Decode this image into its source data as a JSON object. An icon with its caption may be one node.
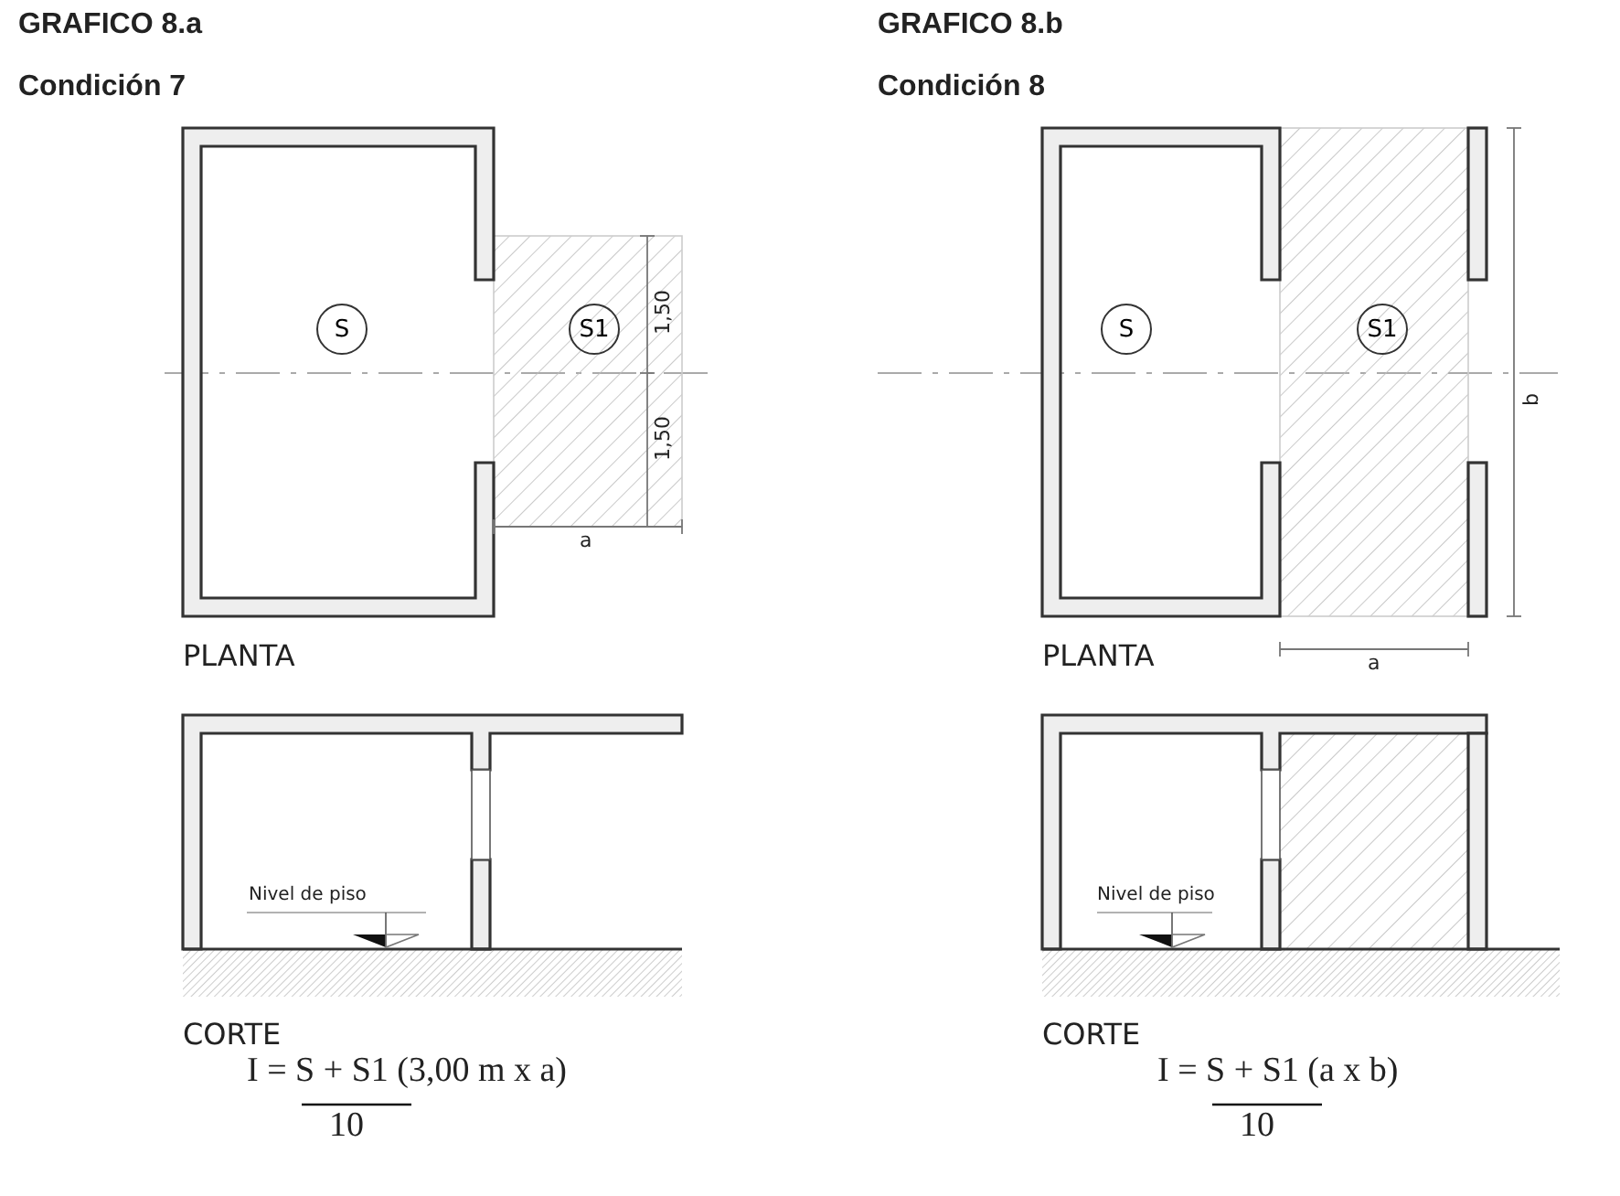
{
  "diagram": {
    "nodes": [
      {
        "text": [
          "S"
        ]
      },
      {
        "text": [
          "S1"
        ]
      },
      {
        "text": [
          "S"
        ]
      },
      {
        "text": [
          "S1"
        ]
      }
    ],
    "labels": [
      "GRAFICO 8.a",
      "Condición 7",
      "1,50",
      "1,50",
      "a",
      "PLANTA",
      "Nivel de piso",
      "CORTE",
      "I = S + S1 (3,00 m x a)",
      "10",
      "GRAFICO 8.b",
      "Condición 8",
      "b",
      "a",
      "PLANTA",
      "Nivel de piso",
      "CORTE",
      "I = S + S1 (a x b)",
      "10"
    ]
  }
}
